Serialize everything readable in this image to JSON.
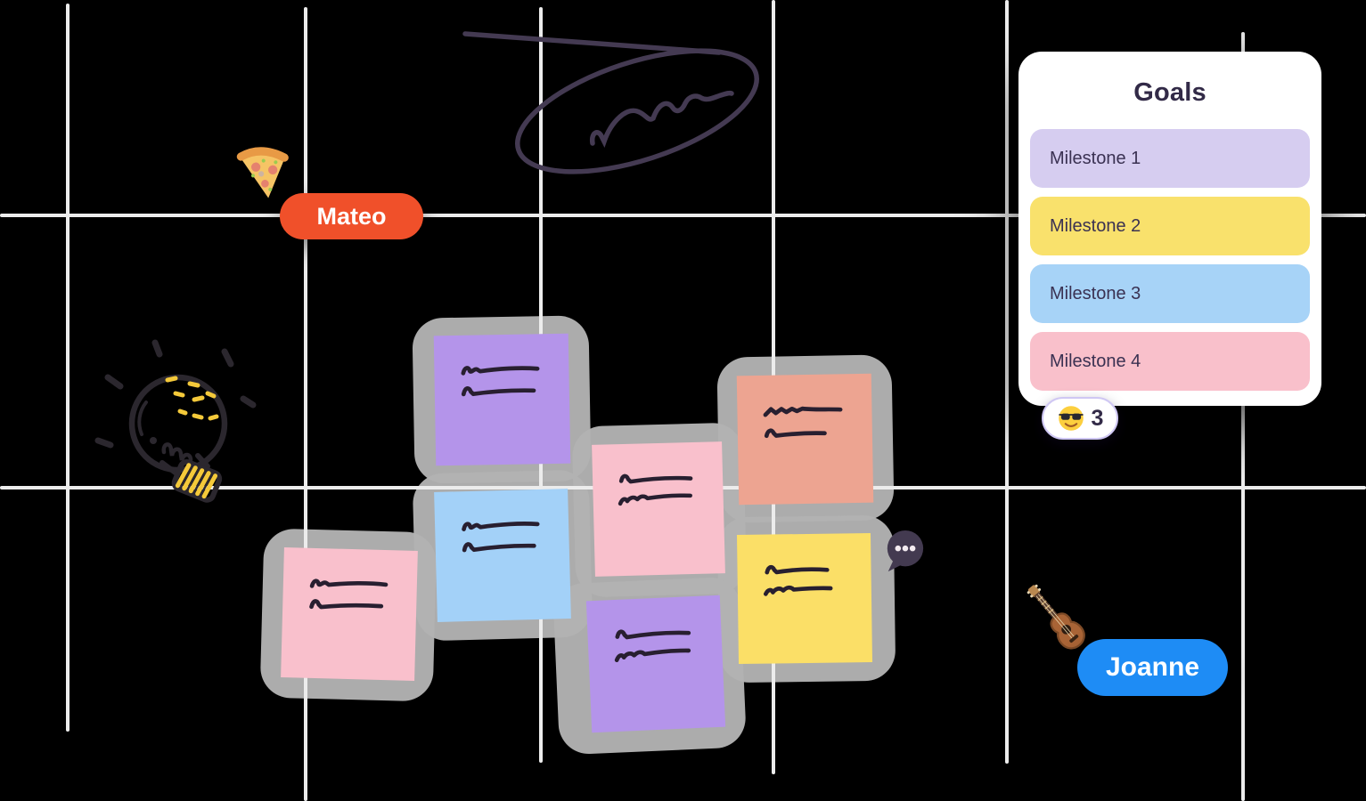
{
  "canvas": {
    "background": "#000000",
    "grid_line_color": "#ececec",
    "highlighter_blob_color": "#b2b2b2",
    "ink_color": "#281f30",
    "doodle_color": "#443a52"
  },
  "cursors": [
    {
      "name": "Mateo",
      "color": "#f0502a",
      "emoji": "pizza"
    },
    {
      "name": "Joanne",
      "color": "#1e8cf5",
      "emoji": "guitar"
    }
  ],
  "goals_panel": {
    "title": "Goals",
    "items": [
      {
        "label": "Milestone 1",
        "color": "#d6cdf0"
      },
      {
        "label": "Milestone 2",
        "color": "#f9e16c"
      },
      {
        "label": "Milestone 3",
        "color": "#a7d3f7"
      },
      {
        "label": "Milestone 4",
        "color": "#f9c0cb"
      }
    ]
  },
  "reaction": {
    "emoji": "smiling-face-with-sunglasses",
    "count": "3"
  },
  "comment_indicator": {
    "icon": "ellipsis",
    "color": "#433a50"
  },
  "sticky_notes": [
    {
      "id": "note-1",
      "color": "#b494ea",
      "content": "handwritten-scribble"
    },
    {
      "id": "note-2",
      "color": "#a3d1f8",
      "content": "handwritten-scribble"
    },
    {
      "id": "note-3",
      "color": "#f9c0cc",
      "content": "handwritten-scribble"
    },
    {
      "id": "note-4",
      "color": "#eda491",
      "content": "handwritten-scribble"
    },
    {
      "id": "note-5",
      "color": "#fbdf67",
      "content": "handwritten-scribble"
    },
    {
      "id": "note-6",
      "color": "#b494ea",
      "content": "handwritten-scribble"
    },
    {
      "id": "note-7",
      "color": "#f9c0cc",
      "content": "handwritten-scribble"
    }
  ],
  "doodles": [
    {
      "name": "loop-scribble"
    },
    {
      "name": "lightbulb-sketch"
    }
  ]
}
